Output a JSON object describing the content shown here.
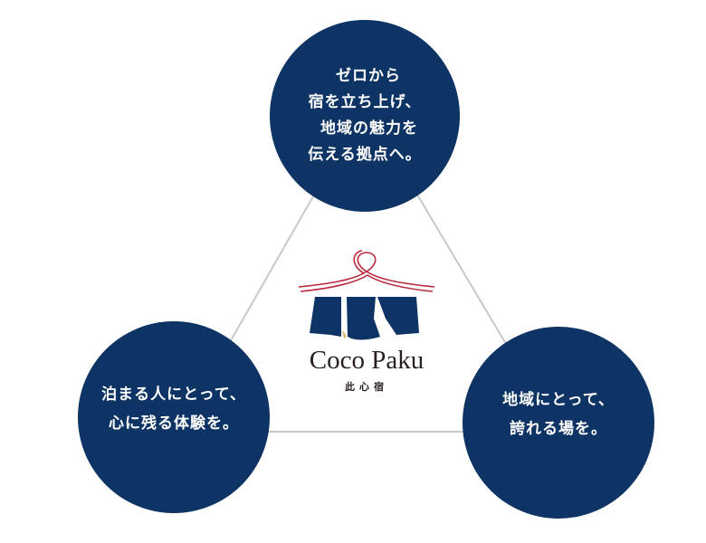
{
  "diagram": {
    "type": "triangle-concept",
    "colors": {
      "circle_fill": "#0e3466",
      "circle_text": "#ffffff",
      "connector_line": "#c8c8cc",
      "logo_rope": "#b8283a",
      "logo_curtain": "#0e3466",
      "logo_text": "#2a1f1f"
    },
    "top": {
      "lines": [
        "ゼロから",
        "宿を立ち上げ、",
        "地域の魅力を",
        "伝える拠点へ。"
      ]
    },
    "left": {
      "lines": [
        "泊まる人にとって、",
        "心に残る体験を。"
      ]
    },
    "right": {
      "lines": [
        "地域にとって、",
        "誇れる場を。"
      ]
    },
    "center_logo": {
      "name": "Coco Paku",
      "subtitle": "此心宿",
      "icon": "noren-curtain-with-mizuhiki-knot"
    }
  }
}
